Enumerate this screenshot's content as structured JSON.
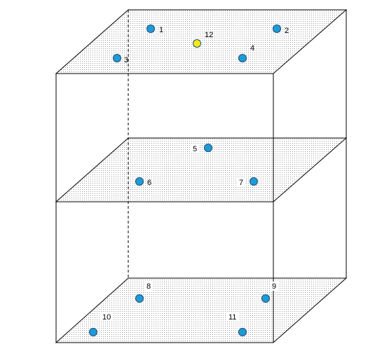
{
  "colors": {
    "node_default": "#1e9bd7",
    "node_highlight": "#f5ea14",
    "outline": "#000000",
    "plate_dots": "#9a9a9a"
  },
  "planes": [
    {
      "name": "top-plane"
    },
    {
      "name": "middle-plane"
    },
    {
      "name": "bottom-plane"
    }
  ],
  "nodes": [
    {
      "label": "1",
      "kind": "default"
    },
    {
      "label": "2",
      "kind": "default"
    },
    {
      "label": "3",
      "kind": "default"
    },
    {
      "label": "4",
      "kind": "default"
    },
    {
      "label": "12",
      "kind": "highlight"
    },
    {
      "label": "5",
      "kind": "default"
    },
    {
      "label": "6",
      "kind": "default"
    },
    {
      "label": "7",
      "kind": "default"
    },
    {
      "label": "8",
      "kind": "default"
    },
    {
      "label": "9",
      "kind": "default"
    },
    {
      "label": "10",
      "kind": "default"
    },
    {
      "label": "11",
      "kind": "default"
    }
  ]
}
